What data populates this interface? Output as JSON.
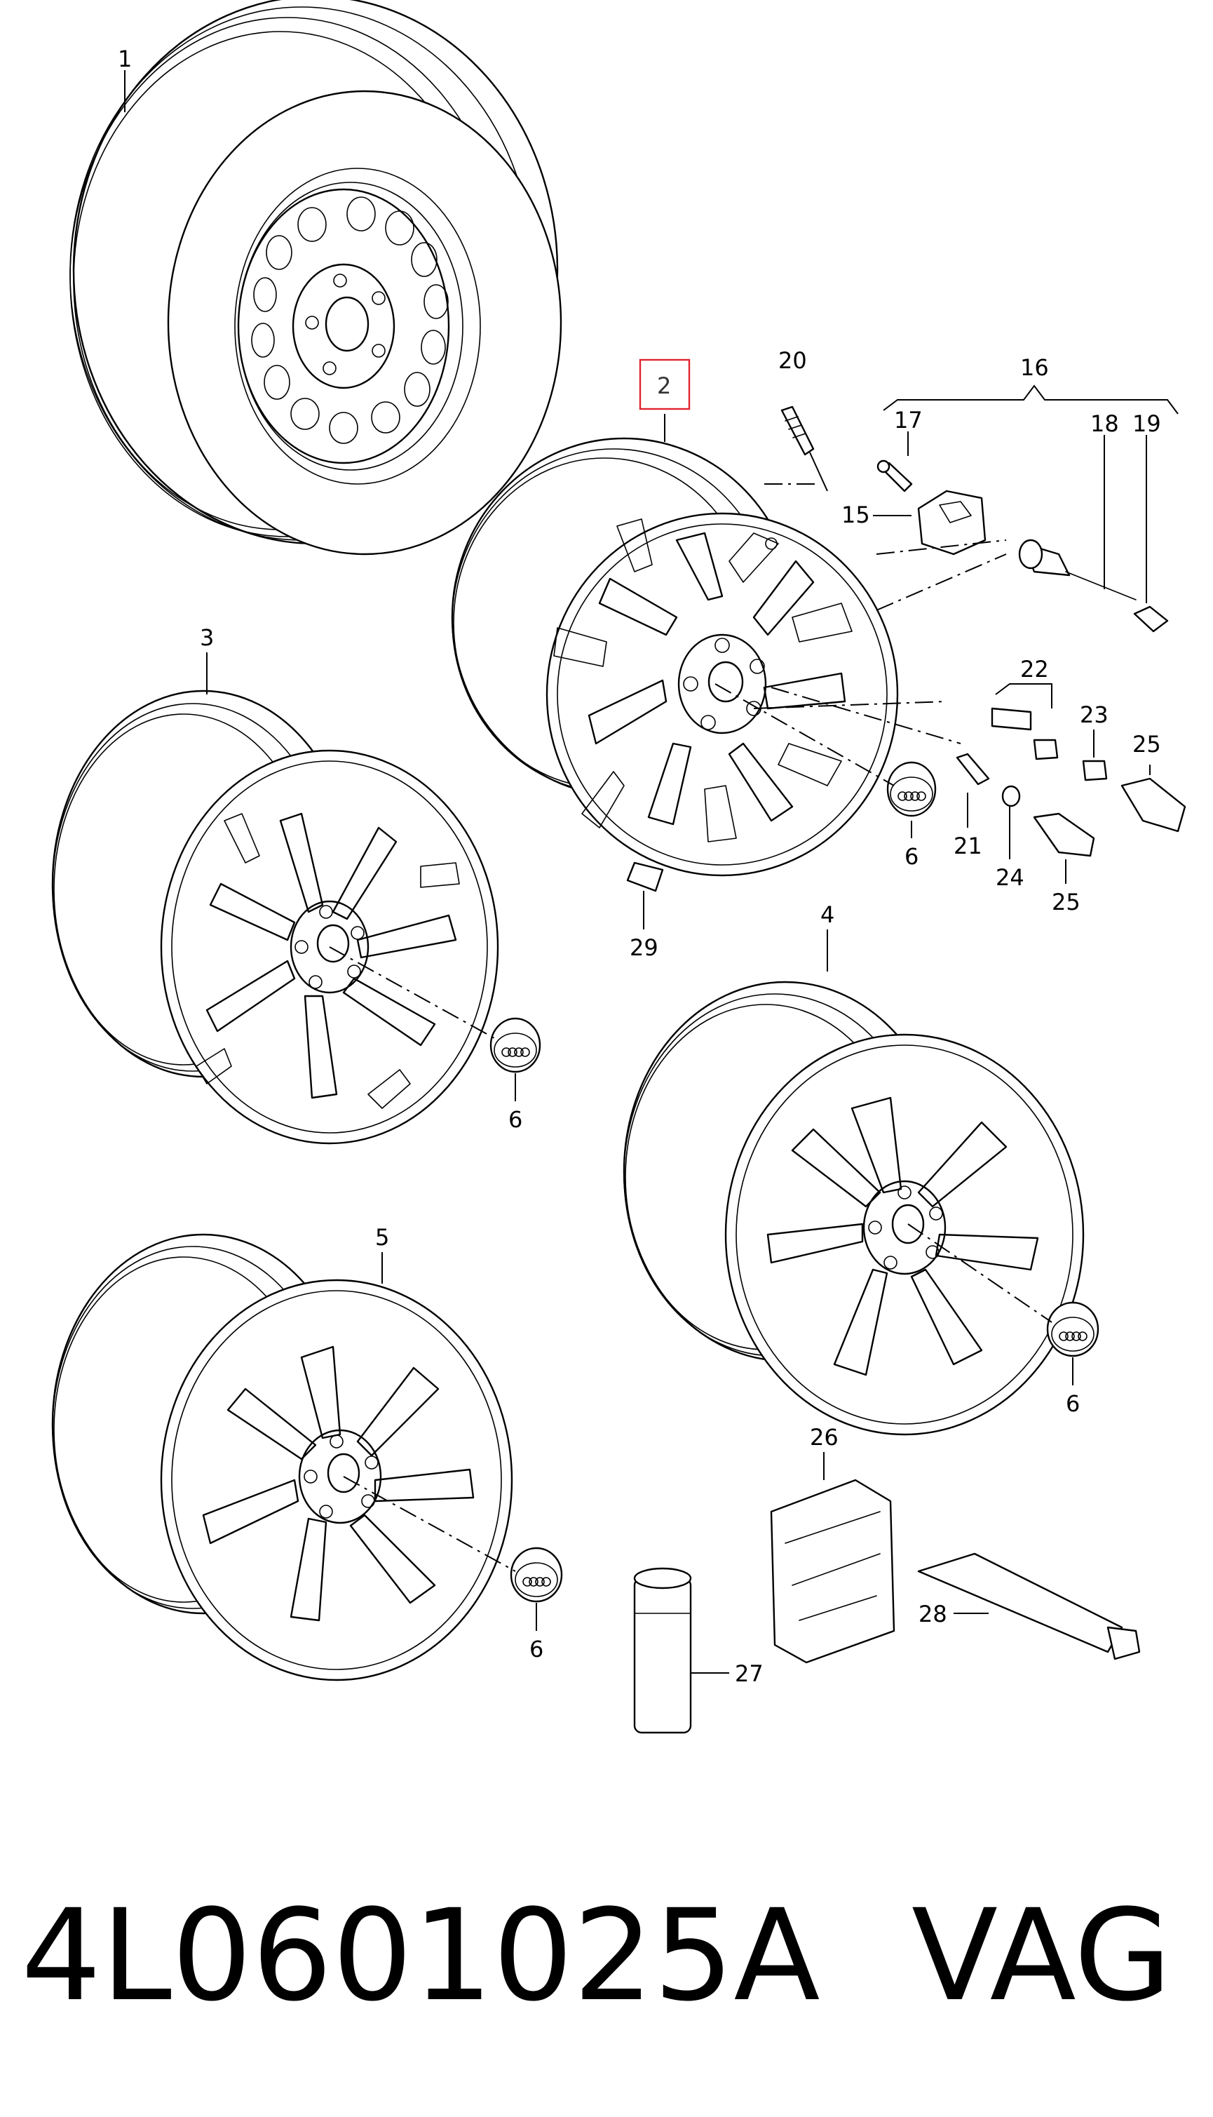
{
  "diagram": {
    "highlight_color": "#e0232d",
    "callouts": {
      "c1": "1",
      "c2": "2",
      "c3": "3",
      "c4": "4",
      "c5": "5",
      "c6a": "6",
      "c6b": "6",
      "c6c": "6",
      "c6d": "6",
      "c15": "15",
      "c16": "16",
      "c17": "17",
      "c18": "18",
      "c19": "19",
      "c20": "20",
      "c21": "21",
      "c22": "22",
      "c23": "23",
      "c24": "24",
      "c25a": "25",
      "c25b": "25",
      "c26": "26",
      "c27": "27",
      "c28": "28",
      "c29": "29"
    },
    "highlighted_callout": "2"
  },
  "footer": {
    "part_number": "4L0601025A",
    "brand": "VAG"
  }
}
